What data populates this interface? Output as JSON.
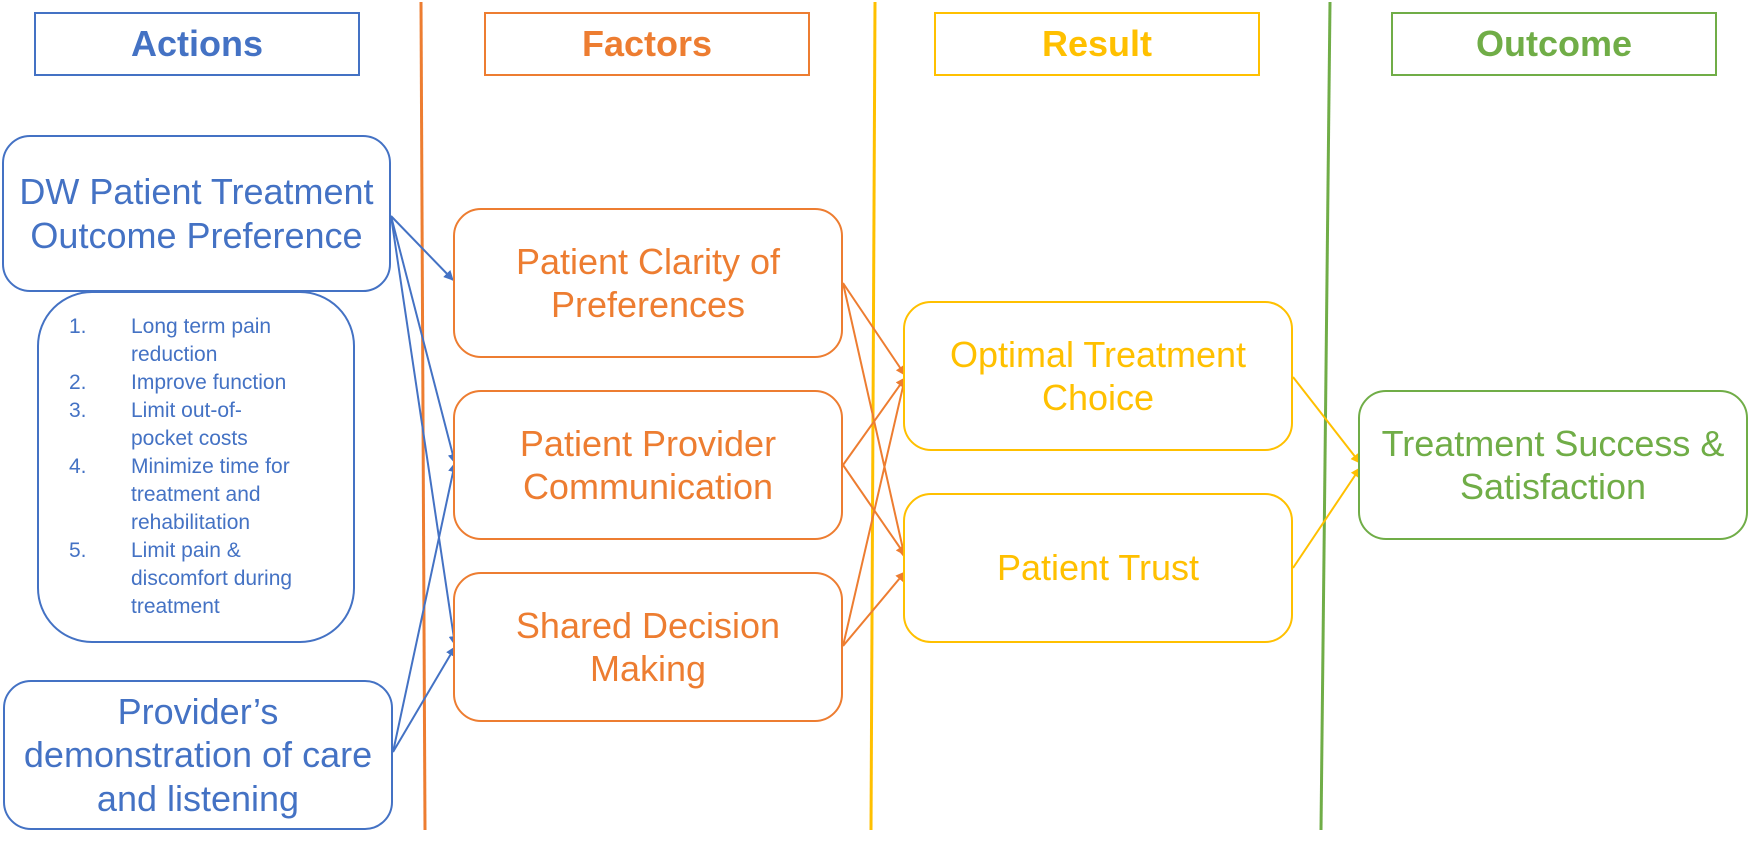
{
  "headers": {
    "actions": "Actions",
    "factors": "Factors",
    "result": "Result",
    "outcome": "Outcome"
  },
  "actions": {
    "dw_patient": "DW Patient Treatment Outcome Preference",
    "preferences_list": [
      {
        "num": "1.",
        "text": "Long term pain reduction"
      },
      {
        "num": "2.",
        "text": "Improve function"
      },
      {
        "num": "3.",
        "text": "Limit out-of-pocket costs"
      },
      {
        "num": "4.",
        "text": "Minimize time for treatment and rehabilitation"
      },
      {
        "num": "5.",
        "text": "Limit pain & discomfort during treatment"
      }
    ],
    "provider": "Provider’s demonstration of care and listening"
  },
  "factors": {
    "clarity": "Patient Clarity of Preferences",
    "communication": "Patient Provider Communication",
    "shared": "Shared Decision Making"
  },
  "result": {
    "optimal": "Optimal Treatment Choice",
    "trust": "Patient Trust"
  },
  "outcome": {
    "success": "Treatment Success & Satisfaction"
  },
  "colors": {
    "blue": "#4472C4",
    "orange": "#ED7D31",
    "yellow": "#FFC000",
    "green": "#70AD47"
  }
}
